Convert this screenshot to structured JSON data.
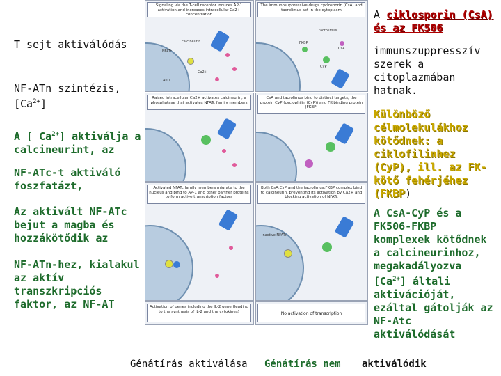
{
  "left_labels": {
    "t_activation": "T sejt aktiválódás",
    "nfat_synthesis": "NF-ATn szintézis,",
    "ca_bracket_a": "[Ca",
    "ca_sup": "2+",
    "ca_bracket_b": "]",
    "ca_activates_a": "A [ Ca",
    "ca_activates_sup": "2+",
    "ca_activates_b": "] aktiválja a calcineurint, az",
    "nfatc_phosphatase": "NF-ATc-t aktiváló foszfatázt,",
    "activated_nfatc": "Az aktivált NF-ATc bejut a magba és hozzákötődik az",
    "nfatn_binding": "NF-ATn-hez, kialakul az aktív transzkripciós faktor, az NF-AT"
  },
  "right_labels": {
    "title_a": "A ",
    "title_drugs": "ciklosporin (CsA) és az FK506",
    "immunosuppressive": "immunszuppresszív szerek a citoplazmában hatnak.",
    "binding_targets_a": "Különböző célmolekulákhoz kötődnek: a ciklofilinhez (CyP), ill. az FK-kötő fehérjéhez (FKBP",
    "binding_targets_b": ")",
    "complexes_a": "A CsA-CyP és a FK506-FKBP komplexek kötődnek a calcineurinhoz, megakadályozva [Ca",
    "complexes_sup": "2+",
    "complexes_b": "] általi aktivációját, ezáltal gátolják az NF-Atc aktiválódását"
  },
  "bottom_labels": {
    "gene_on": "Génátírás aktiválása",
    "gene_off_a": "Génátírás nem",
    "gene_off_b": "aktiválódik"
  },
  "figure": {
    "left_captions": [
      "Signaling via the T-cell receptor induces AP-1 activation and increases intracellular Ca2+ concentration",
      "Raised intracellular Ca2+ activates calcineurin, a phosphatase that activates NFATc family members",
      "Activated NFATc family members migrate to the nucleus and bind to AP-1 and other partner proteins to form active transcription factors",
      "Activation of genes including the IL-2 gene (leading to the synthesis of IL-2 and the cytokines)"
    ],
    "right_captions": [
      "The immunosuppressive drugs cyclosporin (CsA) and tacrolimus act in the cytoplasm",
      "CsA and tacrolimus bind to distinct targets, the protein CyP (cyclophilin (CyP)) and FK-binding protein (FKBP)",
      "Both CsA:CyP and the tacrolimus:FKBP complex bind to calcineurin, preventing its activation by Ca2+ and blocking activation of NFATc",
      "No activation of transcription"
    ],
    "molecule_labels": {
      "calcineurin": "calcineurin",
      "nfatc": "NFATc",
      "ca": "Ca2+",
      "ap1": "AP-1",
      "csa": "CsA",
      "tacrolimus": "tacrolimus",
      "fkbp": "FKBP",
      "cyp": "CyP",
      "inactive_nfatc": "Inactive NFATc"
    }
  }
}
